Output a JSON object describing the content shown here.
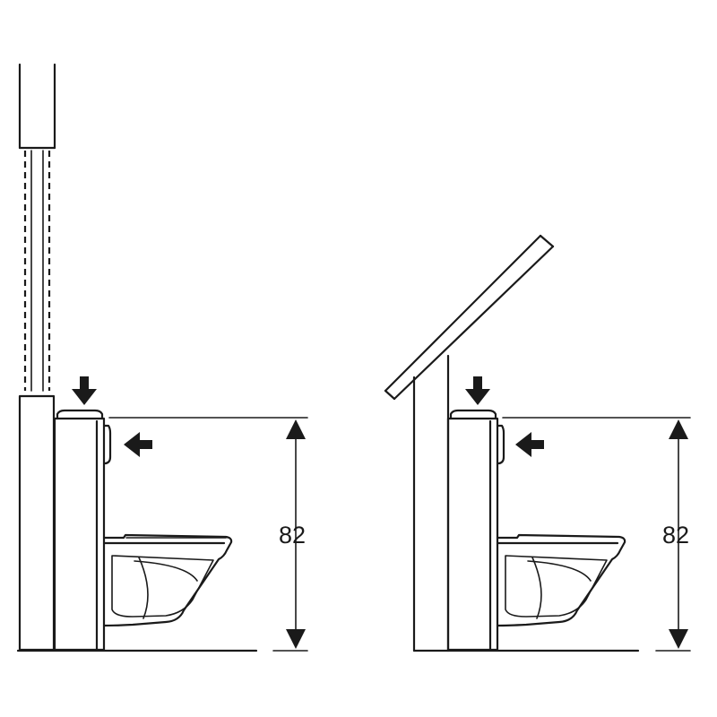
{
  "views": [
    {
      "name": "flat-ceiling-view",
      "dimension_label": "82"
    },
    {
      "name": "sloped-ceiling-view",
      "dimension_label": "82"
    }
  ],
  "colors": {
    "line": "#1a1a1a",
    "background": "#ffffff"
  }
}
